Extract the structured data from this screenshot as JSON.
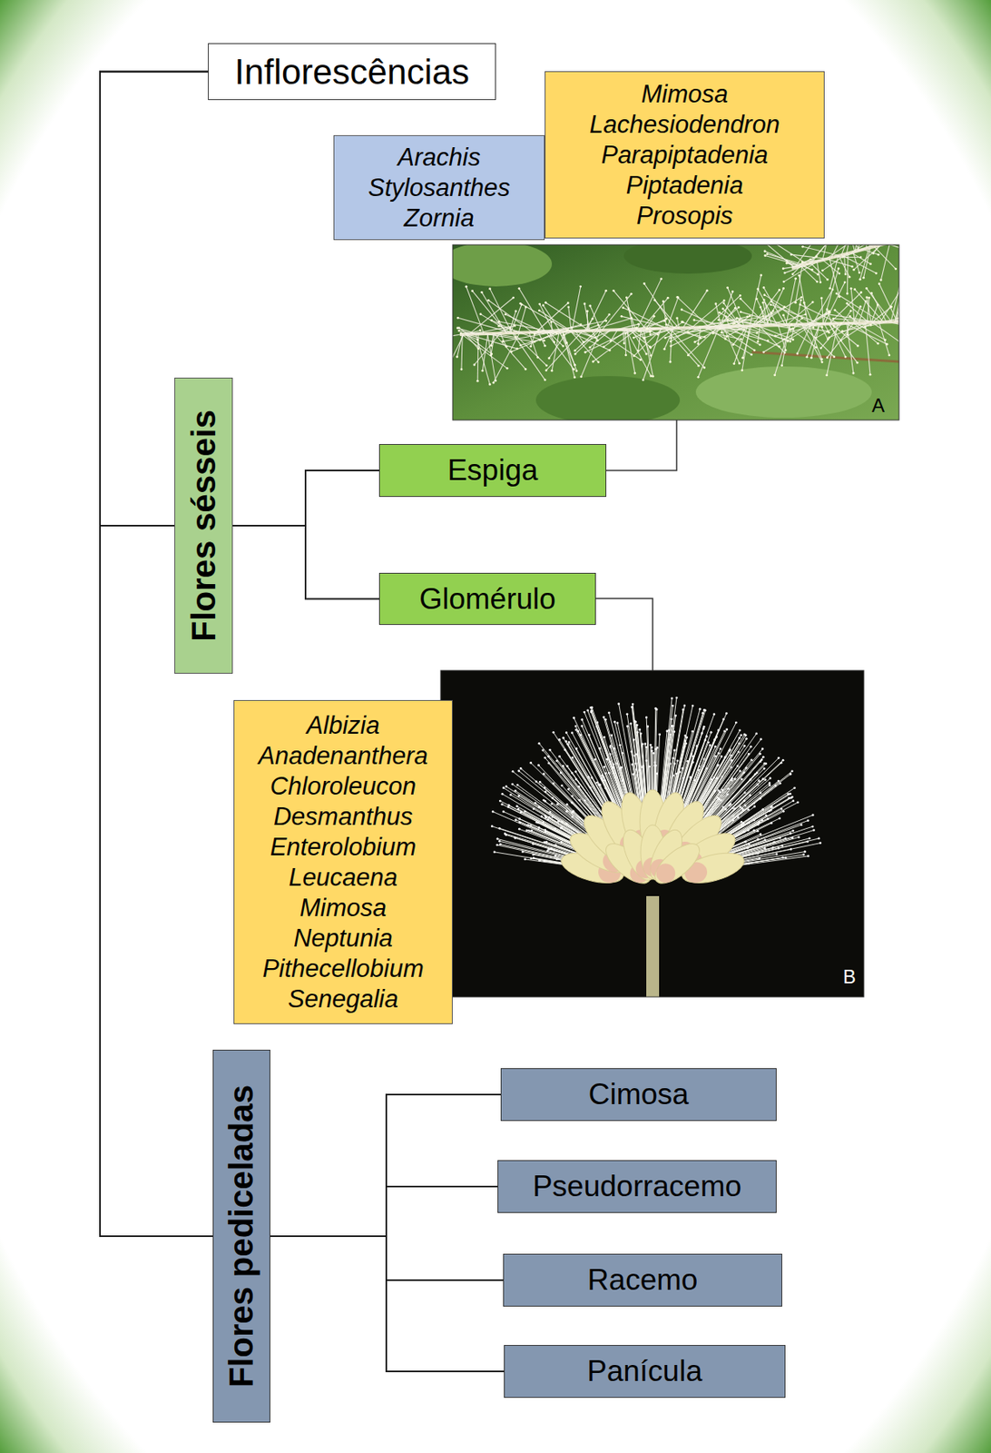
{
  "diagram": {
    "nodes": [
      {
        "text": [
          "Inflorescências"
        ]
      },
      {
        "text": [
          "Arachis Stylosanthes Zornia"
        ]
      },
      {
        "text": [
          "Mimosa Lachesiodendron Parapiptadenia Piptadenia Prosopis"
        ]
      },
      {
        "text": [
          "Flores sésseis"
        ]
      },
      {
        "text": [
          "Espiga"
        ]
      },
      {
        "text": [
          "Glomérulo"
        ]
      },
      {
        "text": [
          "Albizia Anadenanthera Chloroleucon Desmanthus Enterolobium Leucaena Mimosa Neptunia Pithecellobium Senegalia"
        ]
      },
      {
        "text": [
          "Flores pediceladas"
        ]
      },
      {
        "text": [
          "Cimosa"
        ]
      },
      {
        "text": [
          "Pseudorracemo"
        ]
      },
      {
        "text": [
          "Racemo"
        ]
      },
      {
        "text": [
          "Panícula"
        ]
      }
    ],
    "edges": [
      {
        "from": 0,
        "to": 3,
        "arrow": "none"
      },
      {
        "from": 0,
        "to": 7,
        "arrow": "none"
      },
      {
        "from": 3,
        "to": 4,
        "arrow": "none"
      },
      {
        "from": 3,
        "to": 5,
        "arrow": "none"
      },
      {
        "from": 7,
        "to": 8,
        "arrow": "none"
      },
      {
        "from": 7,
        "to": 9,
        "arrow": "none"
      },
      {
        "from": 7,
        "to": 10,
        "arrow": "none"
      },
      {
        "from": 7,
        "to": 11,
        "arrow": "none"
      }
    ],
    "labels": [
      "A",
      "B"
    ]
  }
}
